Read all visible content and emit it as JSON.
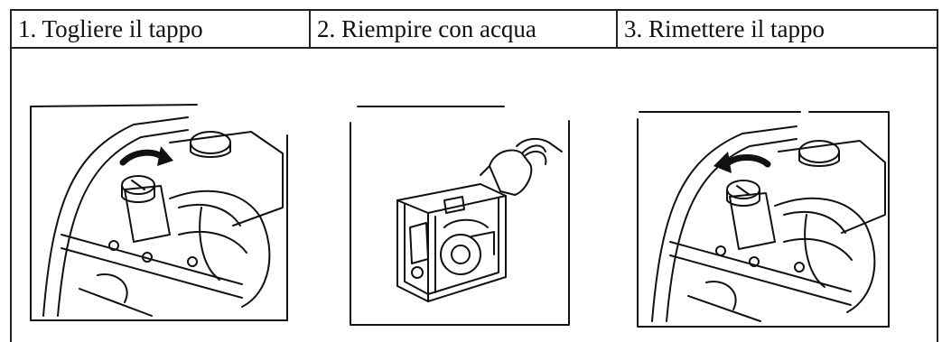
{
  "steps": [
    {
      "label": "1. Togliere il tappo",
      "illustration": "pump-cap-removal-illustration"
    },
    {
      "label": "2. Riempire con acqua",
      "illustration": "pump-filling-water-illustration"
    },
    {
      "label": "3. Rimettere il tappo",
      "illustration": "pump-cap-replace-illustration"
    }
  ]
}
